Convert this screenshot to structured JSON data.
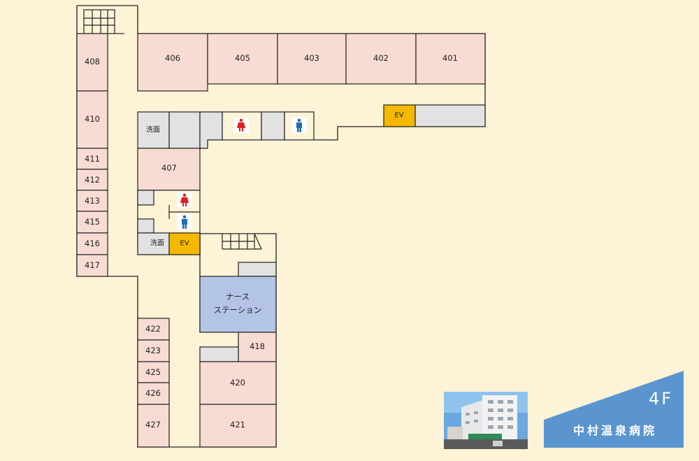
{
  "colors": {
    "background": "#fdf3d6",
    "room": "#f8dcd4",
    "utility": "#e2e2e2",
    "elevator": "#f5b800",
    "nurse_station": "#b3c4e6",
    "wall": "#222222",
    "banner": "#5b95cf",
    "female_icon": "#e02020",
    "male_icon": "#1f6cb5"
  },
  "rooms": {
    "r401": "401",
    "r402": "402",
    "r403": "403",
    "r405": "405",
    "r406": "406",
    "r407": "407",
    "r408": "408",
    "r410": "410",
    "r411": "411",
    "r412": "412",
    "r413": "413",
    "r415": "415",
    "r416": "416",
    "r417": "417",
    "r418": "418",
    "r420": "420",
    "r421": "421",
    "r422": "422",
    "r423": "423",
    "r425": "425",
    "r426": "426",
    "r427": "427"
  },
  "labels": {
    "ev": "EV",
    "washroom": "洗面",
    "nurse_line1": "ナース",
    "nurse_line2": "ステーション"
  },
  "banner": {
    "floor": "4F",
    "hospital_name": "中村温泉病院"
  },
  "icons": {
    "female_restroom": "female-restroom-icon",
    "male_restroom": "male-restroom-icon",
    "stairs": "stairs-icon",
    "building_photo": "building-photo"
  }
}
